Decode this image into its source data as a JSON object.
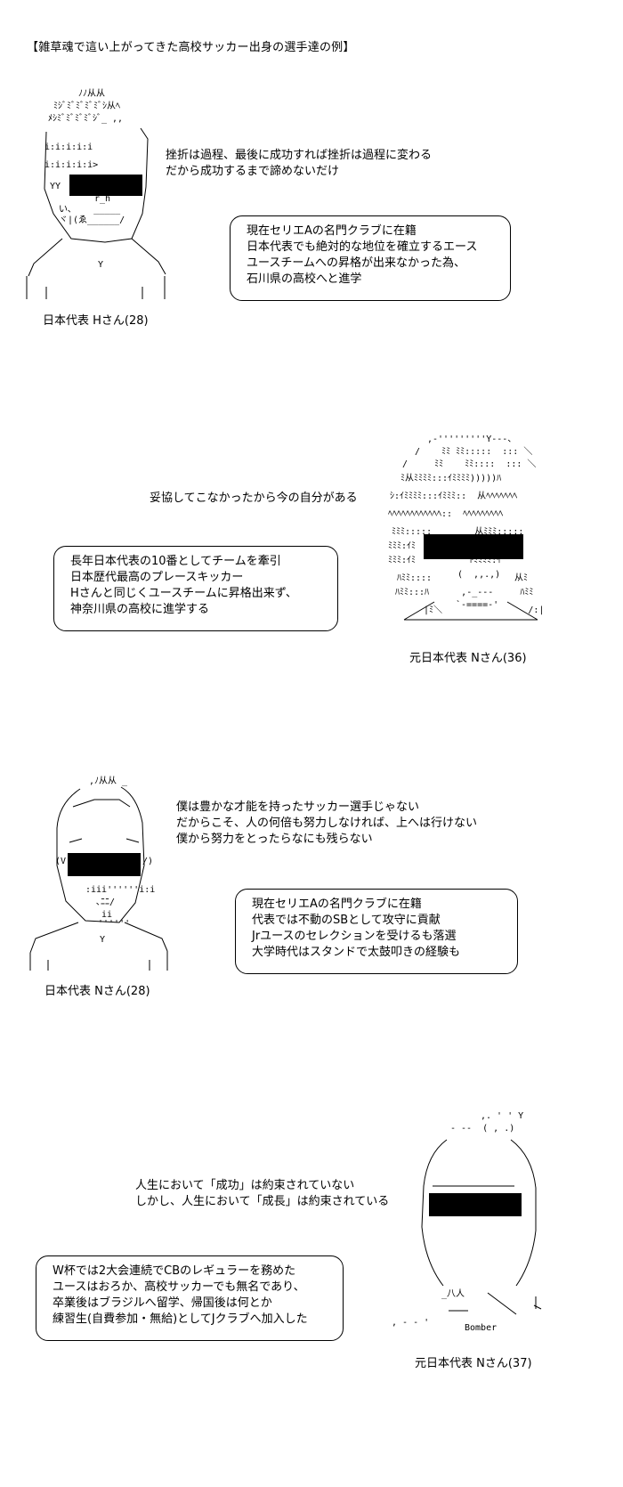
{
  "header": {
    "title": "【雑草魂で這い上がってきた高校サッカー出身の選手達の例】"
  },
  "players": [
    {
      "quote": [
        "挫折は過程、最後に成功すれば挫折は過程に変わる",
        "だから成功するまで諦めないだけ"
      ],
      "box": [
        "現在セリエAの名門クラブに在籍",
        "日本代表でも絶対的な地位を確立するエース",
        "ユースチームへの昇格が出来なかった為、",
        "石川県の高校へと進学"
      ],
      "caption": "日本代表 Hさん(28)"
    },
    {
      "quote": [
        "妥協してこなかったから今の自分がある"
      ],
      "box": [
        "長年日本代表の10番としてチームを牽引",
        "日本歴代最高のプレースキッカー",
        "Hさんと同じくユースチームに昇格出来ず、",
        "神奈川県の高校に進学する"
      ],
      "caption": "元日本代表 Nさん(36)"
    },
    {
      "quote": [
        "僕は豊かな才能を持ったサッカー選手じゃない",
        "だからこそ、人の何倍も努力しなければ、上へは行けない",
        "僕から努力をとったらなにも残らない"
      ],
      "box": [
        "現在セリエAの名門クラブに在籍",
        "代表では不動のSBとして攻守に貢献",
        "Jrユースのセレクションを受けるも落選",
        "大学時代はスタンドで太鼓叩きの経験も"
      ],
      "caption": "日本代表 Nさん(28)"
    },
    {
      "quote": [
        "人生において「成功」は約束されていない",
        "しかし、人生において「成長」は約束されている"
      ],
      "box": [
        "W杯では2大会連続でCBのレギュラーを務めた",
        "ユースはおろか、高校サッカーでも無名であり、",
        "卒業後はブラジルへ留学、帰国後は何とか",
        "練習生(自費参加・無給)としてJクラブへ加入した"
      ],
      "caption": "元日本代表 Nさん(37)",
      "art_label": "Bomber"
    }
  ]
}
